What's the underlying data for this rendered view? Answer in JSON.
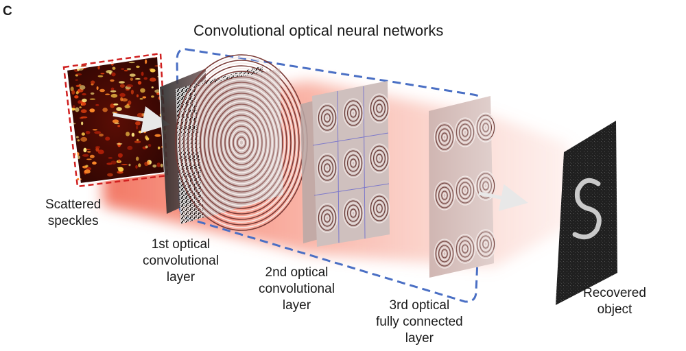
{
  "panel_letter": "C",
  "title": "Convolutional optical neural networks",
  "labels": {
    "input": [
      "Scattered",
      "speckles"
    ],
    "layer1": [
      "1st optical",
      "convolutional",
      "layer"
    ],
    "layer2": [
      "2nd optical",
      "convolutional",
      "layer"
    ],
    "layer3": [
      "3rd optical",
      "fully connected",
      "layer"
    ],
    "output": [
      "Recovered",
      "object"
    ]
  },
  "colors": {
    "beam": "#f0604a",
    "network_box": "#4a6fc4",
    "speckle_frame": "#d02020",
    "arrow": "#e8e8e8"
  }
}
